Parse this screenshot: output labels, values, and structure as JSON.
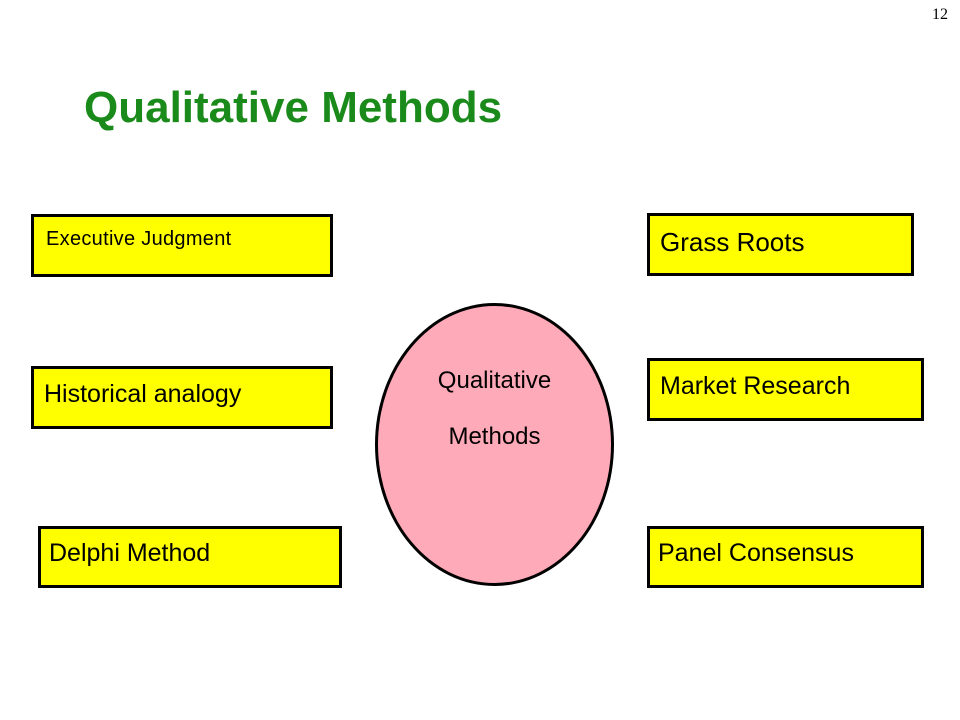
{
  "page_number": "12",
  "title": "Qualitative Methods",
  "center": {
    "line1": "Qualitative",
    "line2": "Methods"
  },
  "boxes": {
    "executive_judgment": "Executive Judgment",
    "historical_analogy": "Historical analogy",
    "delphi_method": "Delphi Method",
    "grass_roots": "Grass Roots",
    "market_research": "Market Research",
    "panel_consensus": "Panel Consensus"
  },
  "colors": {
    "title": "#1a8a1a",
    "box_fill": "#ffff00",
    "ellipse_fill": "#ffaab8",
    "border": "#000000"
  }
}
